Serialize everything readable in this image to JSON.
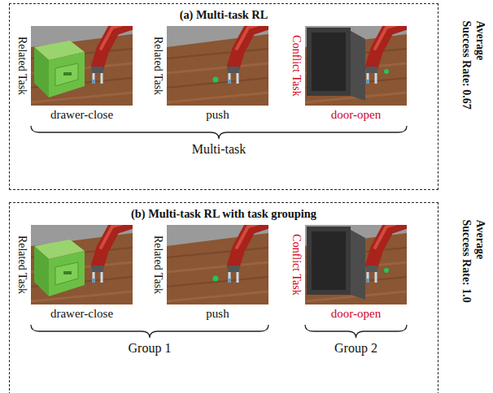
{
  "diagram": {
    "nodes": [
      {
        "text": [
          "(a) Multi-task RL",
          "Average Success Rate: 0.67"
        ]
      },
      {
        "text": [
          "Related Task",
          "drawer-close"
        ],
        "in": 0
      },
      {
        "text": [
          "Related Task",
          "push"
        ],
        "in": 0
      },
      {
        "text": [
          "Conflict Task",
          "door-open"
        ],
        "in": 0
      },
      {
        "text": [
          "(b) Multi-task RL with task grouping",
          "Average Success Rate: 1.0"
        ]
      },
      {
        "text": [
          "Related Task",
          "drawer-close"
        ],
        "in": 4
      },
      {
        "text": [
          "Related Task",
          "push"
        ],
        "in": 4
      },
      {
        "text": [
          "Conflict Task",
          "door-open"
        ],
        "in": 4
      }
    ],
    "labels": [
      "Multi-task",
      "Group 1",
      "Group 2"
    ]
  }
}
